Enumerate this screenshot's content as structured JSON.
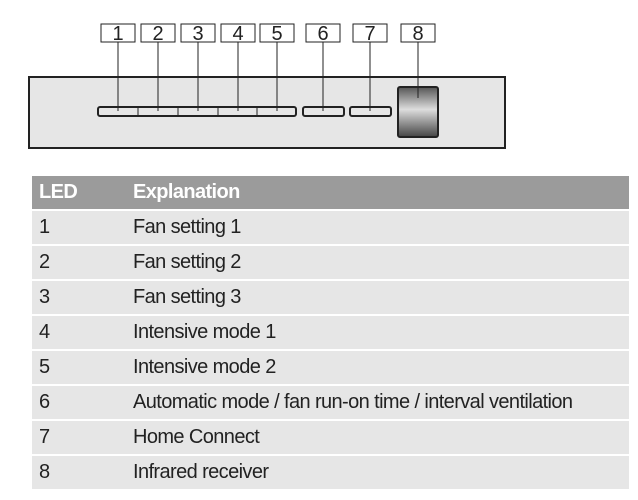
{
  "diagram": {
    "callouts": [
      "1",
      "2",
      "3",
      "4",
      "5",
      "6",
      "7",
      "8"
    ]
  },
  "table": {
    "headers": {
      "led": "LED",
      "explanation": "Explanation"
    },
    "rows": [
      {
        "led": "1",
        "explanation": "Fan setting 1"
      },
      {
        "led": "2",
        "explanation": "Fan setting 2"
      },
      {
        "led": "3",
        "explanation": "Fan setting 3"
      },
      {
        "led": "4",
        "explanation": "Intensive mode 1"
      },
      {
        "led": "5",
        "explanation": "Intensive mode 2"
      },
      {
        "led": "6",
        "explanation": "Automatic mode / fan run-on time / interval ventilation"
      },
      {
        "led": "7",
        "explanation": "Home Connect"
      },
      {
        "led": "8",
        "explanation": "Infrared receiver"
      }
    ],
    "colors": {
      "header_bg": "#9b9b9b",
      "row_bg": "#e6e6e6"
    }
  }
}
